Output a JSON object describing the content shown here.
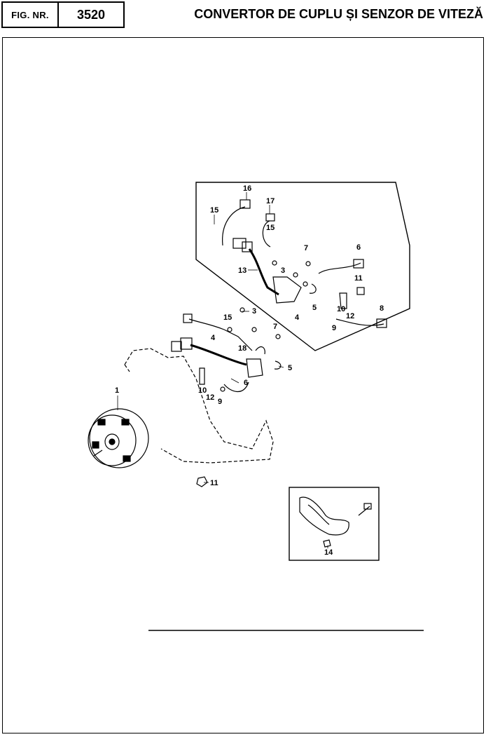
{
  "header": {
    "fig_label": "FIG. NR.",
    "fig_number": "3520",
    "title": "CONVERTOR DE CUPLU ȘI SENZOR DE VITEZĂ"
  },
  "labels": {
    "upper": [
      "16",
      "17",
      "15",
      "15",
      "7",
      "6",
      "13",
      "3",
      "11",
      "10",
      "12",
      "5",
      "4",
      "8",
      "9"
    ],
    "middle": [
      "3",
      "15",
      "7",
      "4",
      "18",
      "5",
      "6",
      "10",
      "12",
      "9"
    ],
    "lower": [
      "1",
      "11",
      "14"
    ]
  }
}
